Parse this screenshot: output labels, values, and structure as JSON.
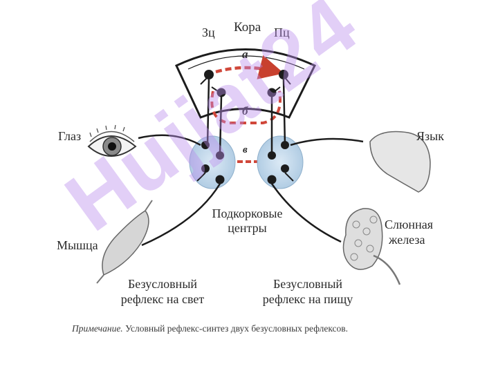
{
  "labels": {
    "cortex": "Кора",
    "zc": "Зц",
    "pc": "Пц",
    "path_a": "а",
    "path_b": "б",
    "path_v": "в",
    "eye": "Глаз",
    "tongue": "Язык",
    "muscle": "Мышца",
    "salivary_line1": "Слюнная",
    "salivary_line2": "железа",
    "subcortical_line1": "Подкорковые",
    "subcortical_line2": "центры",
    "reflex_light_line1": "Безусловный",
    "reflex_light_line2": "рефлекс на свет",
    "reflex_food_line1": "Безусловный",
    "reflex_food_line2": "рефлекс на пищу"
  },
  "note": {
    "prefix": "Примечание.",
    "text": " Условный рефлекс-синтез двух безусловных рефлексов."
  },
  "watermark": "Hujjat24",
  "colors": {
    "line": "#1c1c1c",
    "pathway": "#d0473a",
    "subcortex": "#bcd6ea",
    "watermark": "#b98ceb"
  }
}
